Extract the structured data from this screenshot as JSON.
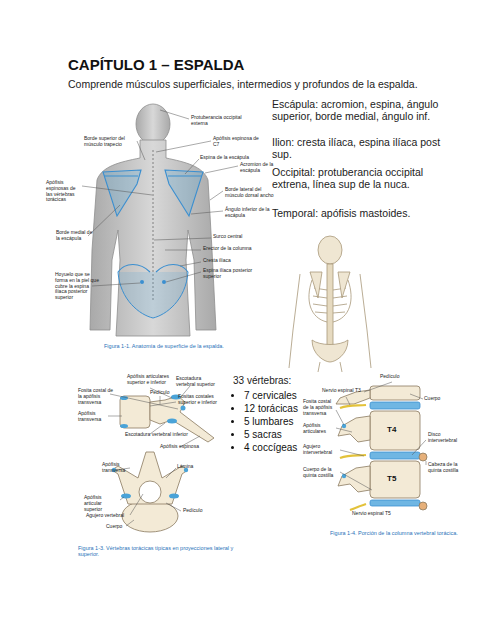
{
  "diagram": {
    "title": "CAPÍTULO 1 – ESPALDA",
    "labels": [
      "Comprende músculos superficiales, intermedios y profundos de la espalda.",
      "Escápula: acromion, espina, ángulo superior, borde medial, ángulo inf.",
      "Ilion: cresta ilíaca, espina ilíaca post sup.",
      "Occipital: protuberancia occipital extrena, línea sup de la nuca.",
      "Temporal: apófisis mastoides.",
      "Protuberancia occipital externa",
      "Borde superior del músculo trapecio",
      "Apófisis espinosa de C7",
      "Espina de la escápula",
      "Acromion de la escápula",
      "Apófisis espinosas de las vértebras torácicas",
      "Borde lateral del músculo dorsal ancho",
      "Ángulo inferior de la escápula",
      "Borde medial de la escápula",
      "Surco central",
      "Erector de la columna",
      "Cresta ilíaca",
      "Espina ilíaca posterior superior",
      "Hoyuelo que se forma en la piel que cubre la espina ilíaca posterior superior",
      "Figura 1-1. Anatomía de superficie de la espalda.",
      "Apófisis articulares superior e inferior",
      "Escotadura vertebral superior",
      "Fosita costal de la apófisis transversa",
      "Pedículo",
      "Fositas costales superior e inferior",
      "Apófisis transversa",
      "Escotadura vertebral inferior",
      "Apófisis espinosa",
      "Apófisis transversa",
      "Lámina",
      "Apófisis articular superior",
      "Agujero vertebral",
      "Pedículo",
      "Cuerpo",
      "Figura 1-3. Vértebras torácicas típicas en proyecciones lateral y superior.",
      "33 vértebras:",
      "7 cervicales",
      "12 torácicas",
      "5 lumbares",
      "5 sacras",
      "4 coccígeas",
      "Pedículo",
      "Nervio espinal T3",
      "Cuerpo",
      "Fosita costal de la apófisis transversa",
      "Apófisis articulares",
      "T4",
      "Disco intervertebral",
      "Agujero intervertebral",
      "Cabeza de la quinta costilla",
      "Cuerpo de la quinta costilla",
      "T5",
      "Nervio espinal T5",
      "Figura 1-4. Porción de la columna vertebral torácica."
    ]
  }
}
